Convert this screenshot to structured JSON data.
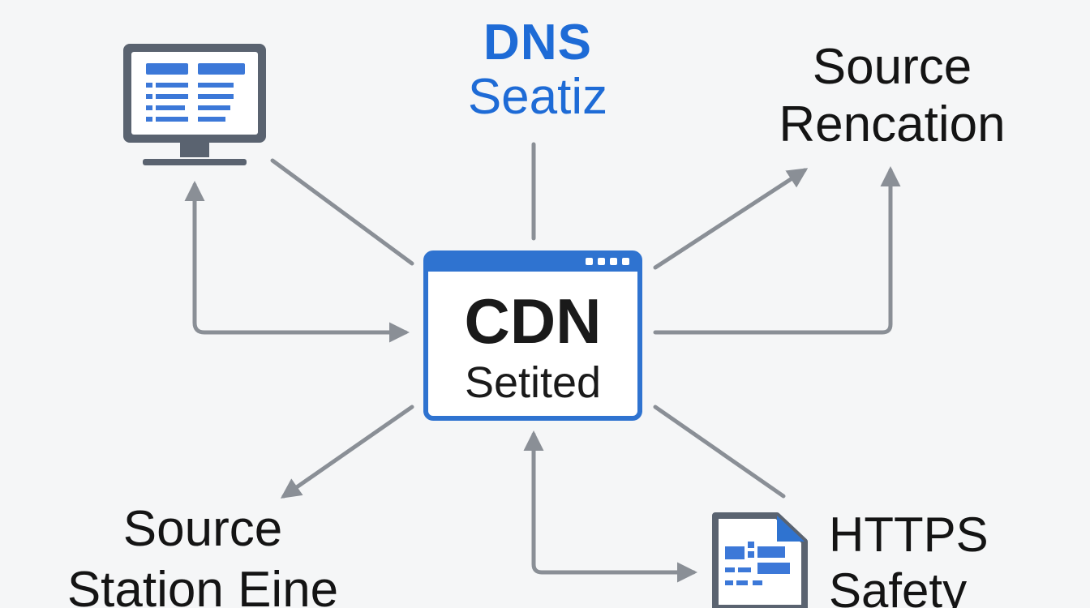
{
  "dns_label": {
    "line1": "DNS",
    "line2": "Seatiz"
  },
  "source_renovation_label": {
    "line1": "Source",
    "line2": "Rencation"
  },
  "cdn_node": {
    "title": "CDN",
    "subtitle": "Setited"
  },
  "source_station_label": {
    "line1": "Source",
    "line2": "Station Eine"
  },
  "https_label": {
    "line1": "HTTPS",
    "line2": "Safety"
  },
  "icons": {
    "computer": "monitor-icon",
    "document": "document-icon",
    "window": "browser-window-icon"
  },
  "colors": {
    "accent": "#2f73d0",
    "dns_text": "#1e6bd6",
    "connector": "#8a8f96",
    "text": "#141414",
    "background": "#f5f6f7"
  }
}
